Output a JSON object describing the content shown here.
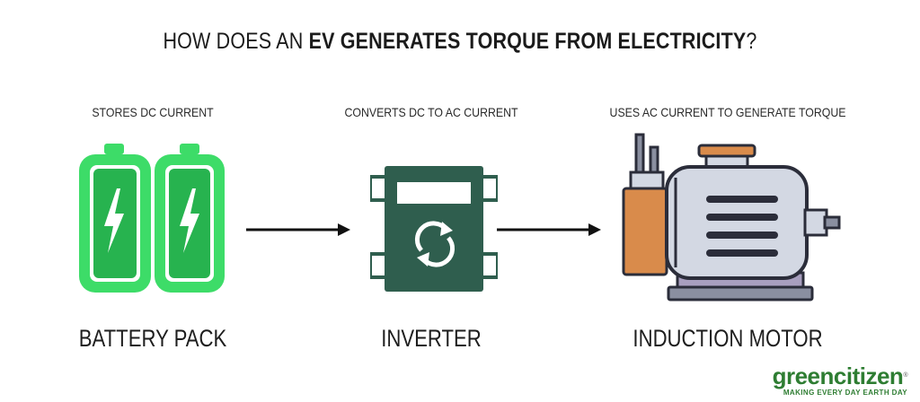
{
  "title": {
    "prefix": "HOW DOES AN ",
    "bold": "EV GENERATES TORQUE FROM ELECTRICITY",
    "suffix": "?"
  },
  "stages": [
    {
      "caption": "STORES DC CURRENT",
      "label": "BATTERY PACK",
      "icon": "battery-pack-icon"
    },
    {
      "caption": "CONVERTS DC TO AC CURRENT",
      "label": "INVERTER",
      "icon": "inverter-icon"
    },
    {
      "caption": "USES AC CURRENT TO GENERATE TORQUE",
      "label": "INDUCTION MOTOR",
      "icon": "induction-motor-icon"
    }
  ],
  "brand": {
    "name_part1": "green",
    "name_part2": "citizen",
    "mark": "®",
    "tagline": "MAKING EVERY DAY EARTH DAY"
  },
  "colors": {
    "battery_green": "#3ddc68",
    "battery_fill": "#27b34f",
    "inverter_green": "#2f5e4e",
    "motor_body": "#d3d8e3",
    "motor_orange": "#d98b4b",
    "motor_dark": "#2b2d3a",
    "brand_green": "#2e7d32"
  }
}
